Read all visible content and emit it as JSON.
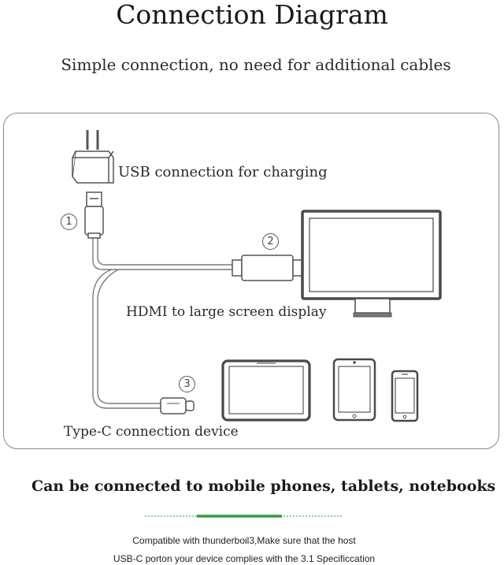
{
  "title": "Connection Diagram",
  "subtitle": "Simple connection, no need for additional cables",
  "labels": {
    "usb": "USB connection for charging",
    "hdmi": "HDMI to large screen display",
    "typec": "Type-C connection device"
  },
  "markers": {
    "one": "1",
    "two": "2",
    "three": "3"
  },
  "compatibility": "Can be connected to mobile phones, tablets, notebooks",
  "notes": {
    "line1": "Compatible with thunderboil3,Make sure that the host",
    "line2": "USB-C porton your device complies with the 3.1 Specificcation"
  },
  "colors": {
    "divider_accent": "#2e9e3a",
    "line": "#6f6f6f"
  },
  "icons": [
    "power-adapter-icon",
    "usb-plug-icon",
    "hdmi-plug-icon",
    "monitor-icon",
    "usbc-plug-icon",
    "laptop-icon",
    "tablet-icon",
    "phone-icon"
  ]
}
